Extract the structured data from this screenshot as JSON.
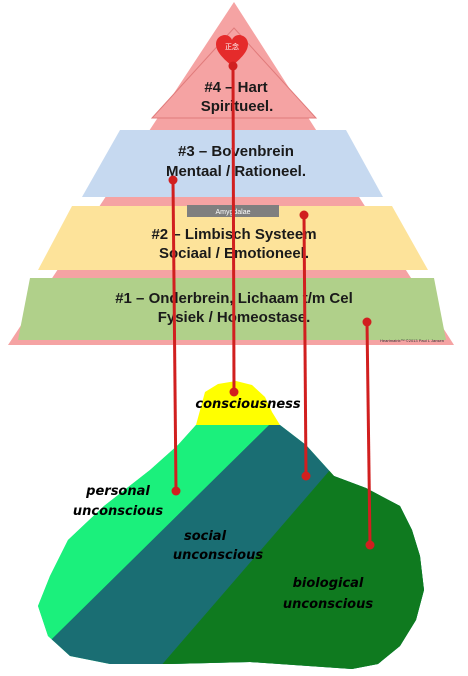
{
  "colors": {
    "pyramid_frame": "#f5a3a3",
    "tier1": "#b0d08a",
    "tier2": "#fde39a",
    "tier3": "#c6d9f0",
    "tier4": "#f5a3a3",
    "heart": "#e52b2b",
    "connector": "#d11f1f",
    "badge": "#7f7f7f",
    "conscious": "#ffff00",
    "personal": "#1bf07c",
    "social": "#1a6e73",
    "biological": "#0f7a1f"
  },
  "pyramid": {
    "tier4": {
      "line1": "#4 – Hart",
      "line2": "Spiritueel."
    },
    "tier3": {
      "line1": "#3 – Bovenbrein",
      "line2": "Mentaal / Rationeel."
    },
    "tier2": {
      "line1": "#2 – Limbisch Systeem",
      "line2": "Sociaal / Emotioneel."
    },
    "tier1": {
      "line1": "#1 – Onderbrein, Lichaam t/m Cel",
      "line2": "Fysiek / Homeostase."
    },
    "badge": "Amygdalae",
    "heart_label": "正念",
    "copyright": "Heartmatrix™ ©2013 Paul L Jansen"
  },
  "iceberg": {
    "consciousness": "consciousness",
    "personal": {
      "line1": "personal",
      "line2": "unconscious"
    },
    "social": {
      "line1": "social",
      "line2": "unconscious"
    },
    "biological": {
      "line1": "biological",
      "line2": "unconscious"
    }
  }
}
